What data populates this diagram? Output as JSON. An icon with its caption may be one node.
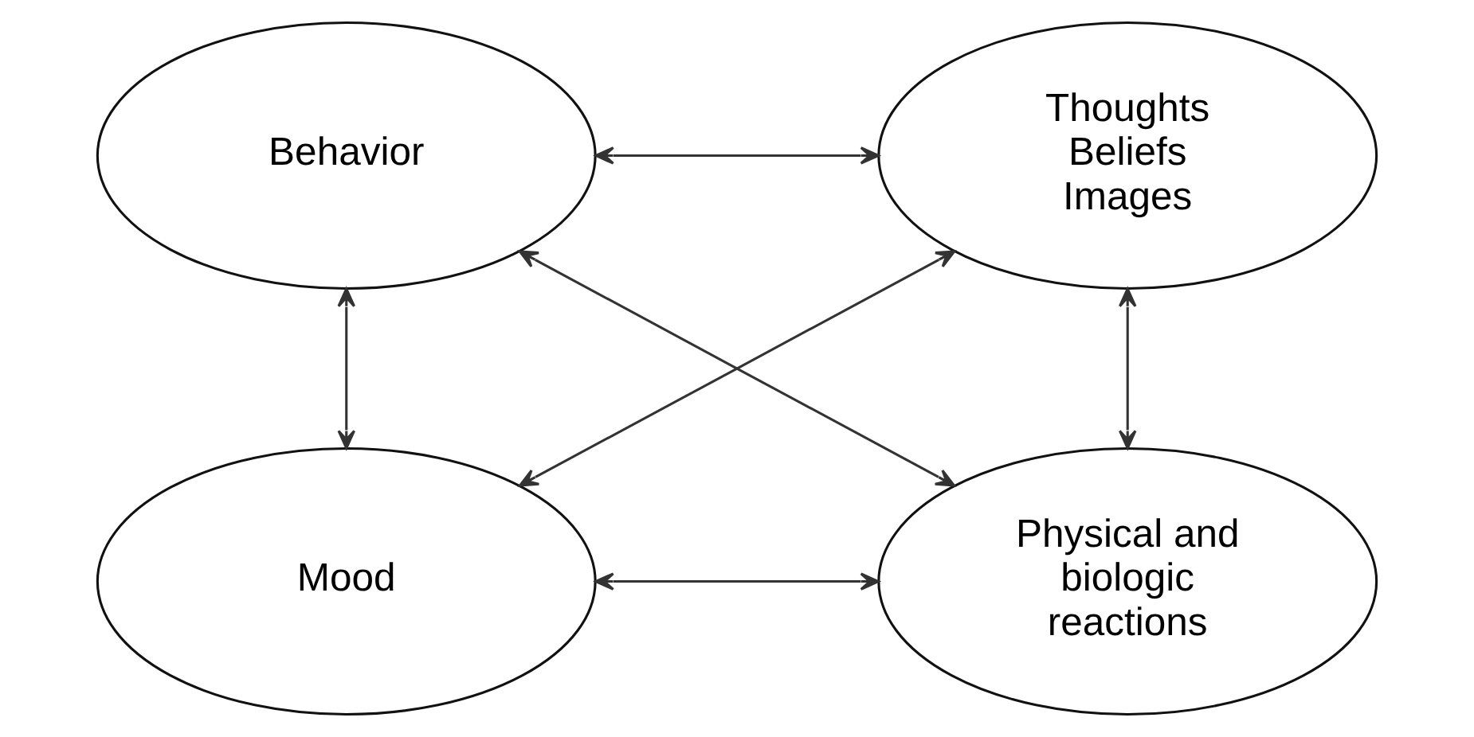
{
  "diagram": {
    "nodes": [
      {
        "text": [
          "Behavior"
        ]
      },
      {
        "text": [
          "Thoughts Beliefs Images"
        ]
      },
      {
        "text": [
          "Mood"
        ]
      },
      {
        "text": [
          "Physical and biologic reactions"
        ]
      }
    ],
    "edges": [
      {
        "from": 0,
        "to": 1,
        "arrow": "both"
      },
      {
        "from": 0,
        "to": 2,
        "arrow": "both"
      },
      {
        "from": 1,
        "to": 3,
        "arrow": "both"
      },
      {
        "from": 0,
        "to": 3,
        "arrow": "both"
      },
      {
        "from": 2,
        "to": 1,
        "arrow": "both"
      },
      {
        "from": 2,
        "to": 3,
        "arrow": "both"
      }
    ]
  }
}
